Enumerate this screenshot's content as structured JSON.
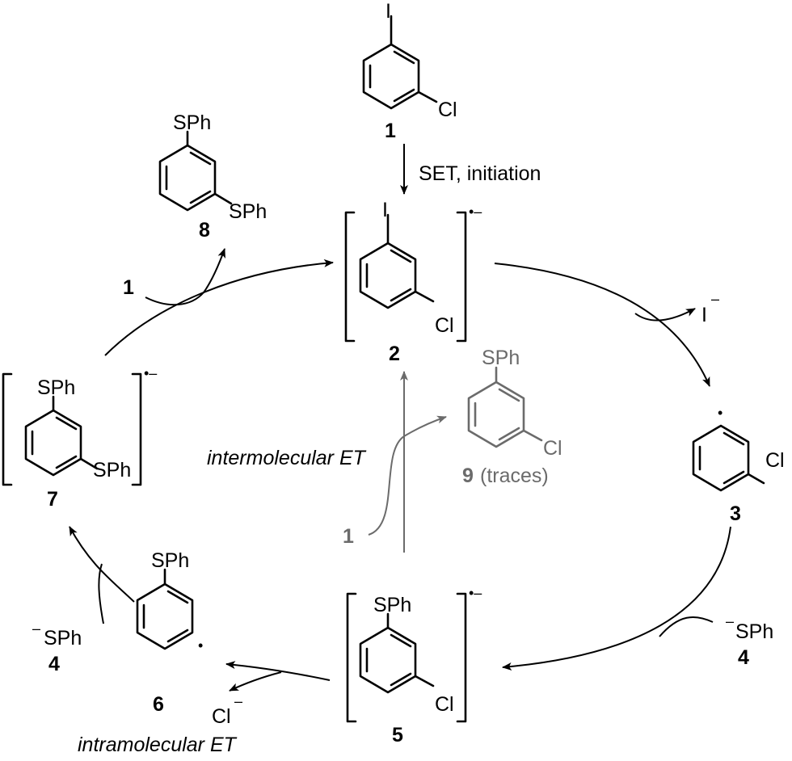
{
  "labels": {
    "I": "I",
    "Cl": "Cl",
    "SPh": "SPh",
    "minus": "–",
    "radical_anion": "•–",
    "dot": "•",
    "traces": "(traces)"
  },
  "compounds": {
    "c1": "1",
    "c2": "2",
    "c3": "3",
    "c4": "4",
    "c5": "5",
    "c6": "6",
    "c7": "7",
    "c8": "8",
    "c9": "9"
  },
  "steps": {
    "initiation": "SET, initiation",
    "intermolecular": "intermolecular ET",
    "intramolecular": "intramolecular ET"
  },
  "colors": {
    "main": "#000000",
    "minor_pathway": "#6b6b6b"
  }
}
